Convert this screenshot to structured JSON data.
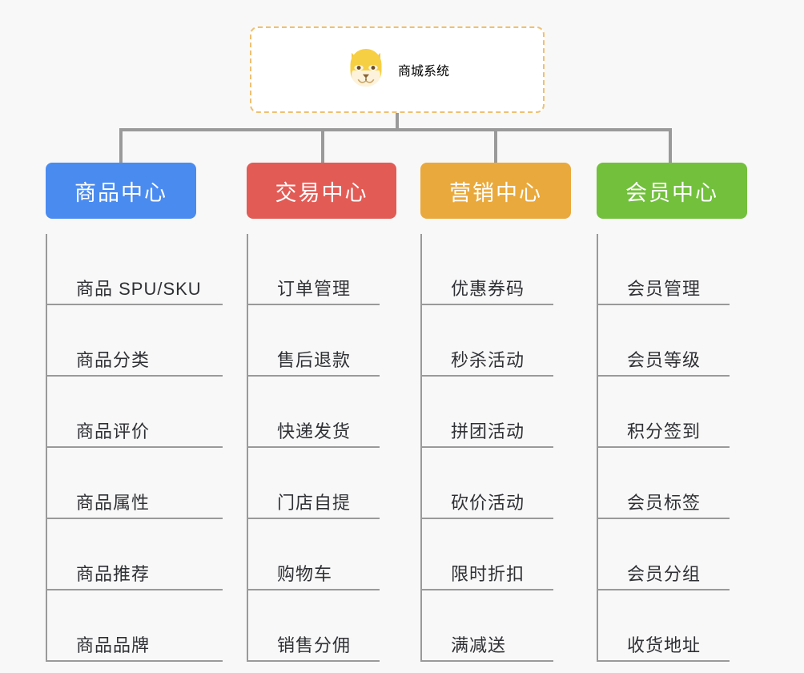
{
  "page": {
    "background_color": "#f8f8f8",
    "line_color": "#9a9a9a"
  },
  "root": {
    "title": "商城系统",
    "icon": "shiba-dog-icon",
    "text_color": "#f0b840",
    "border_color": "#efc070",
    "background_color": "#ffffff"
  },
  "columns": [
    {
      "header": "商品中心",
      "color": "#4a8bf0",
      "items": [
        "商品 SPU/SKU",
        "商品分类",
        "商品评价",
        "商品属性",
        "商品推荐",
        "商品品牌"
      ]
    },
    {
      "header": "交易中心",
      "color": "#e25b55",
      "items": [
        "订单管理",
        "售后退款",
        "快递发货",
        "门店自提",
        "购物车",
        "销售分佣"
      ]
    },
    {
      "header": "营销中心",
      "color": "#eaa93c",
      "items": [
        "优惠券码",
        "秒杀活动",
        "拼团活动",
        "砍价活动",
        "限时折扣",
        "满减送"
      ]
    },
    {
      "header": "会员中心",
      "color": "#72c03c",
      "items": [
        "会员管理",
        "会员等级",
        "积分签到",
        "会员标签",
        "会员分组",
        "收货地址"
      ]
    }
  ]
}
